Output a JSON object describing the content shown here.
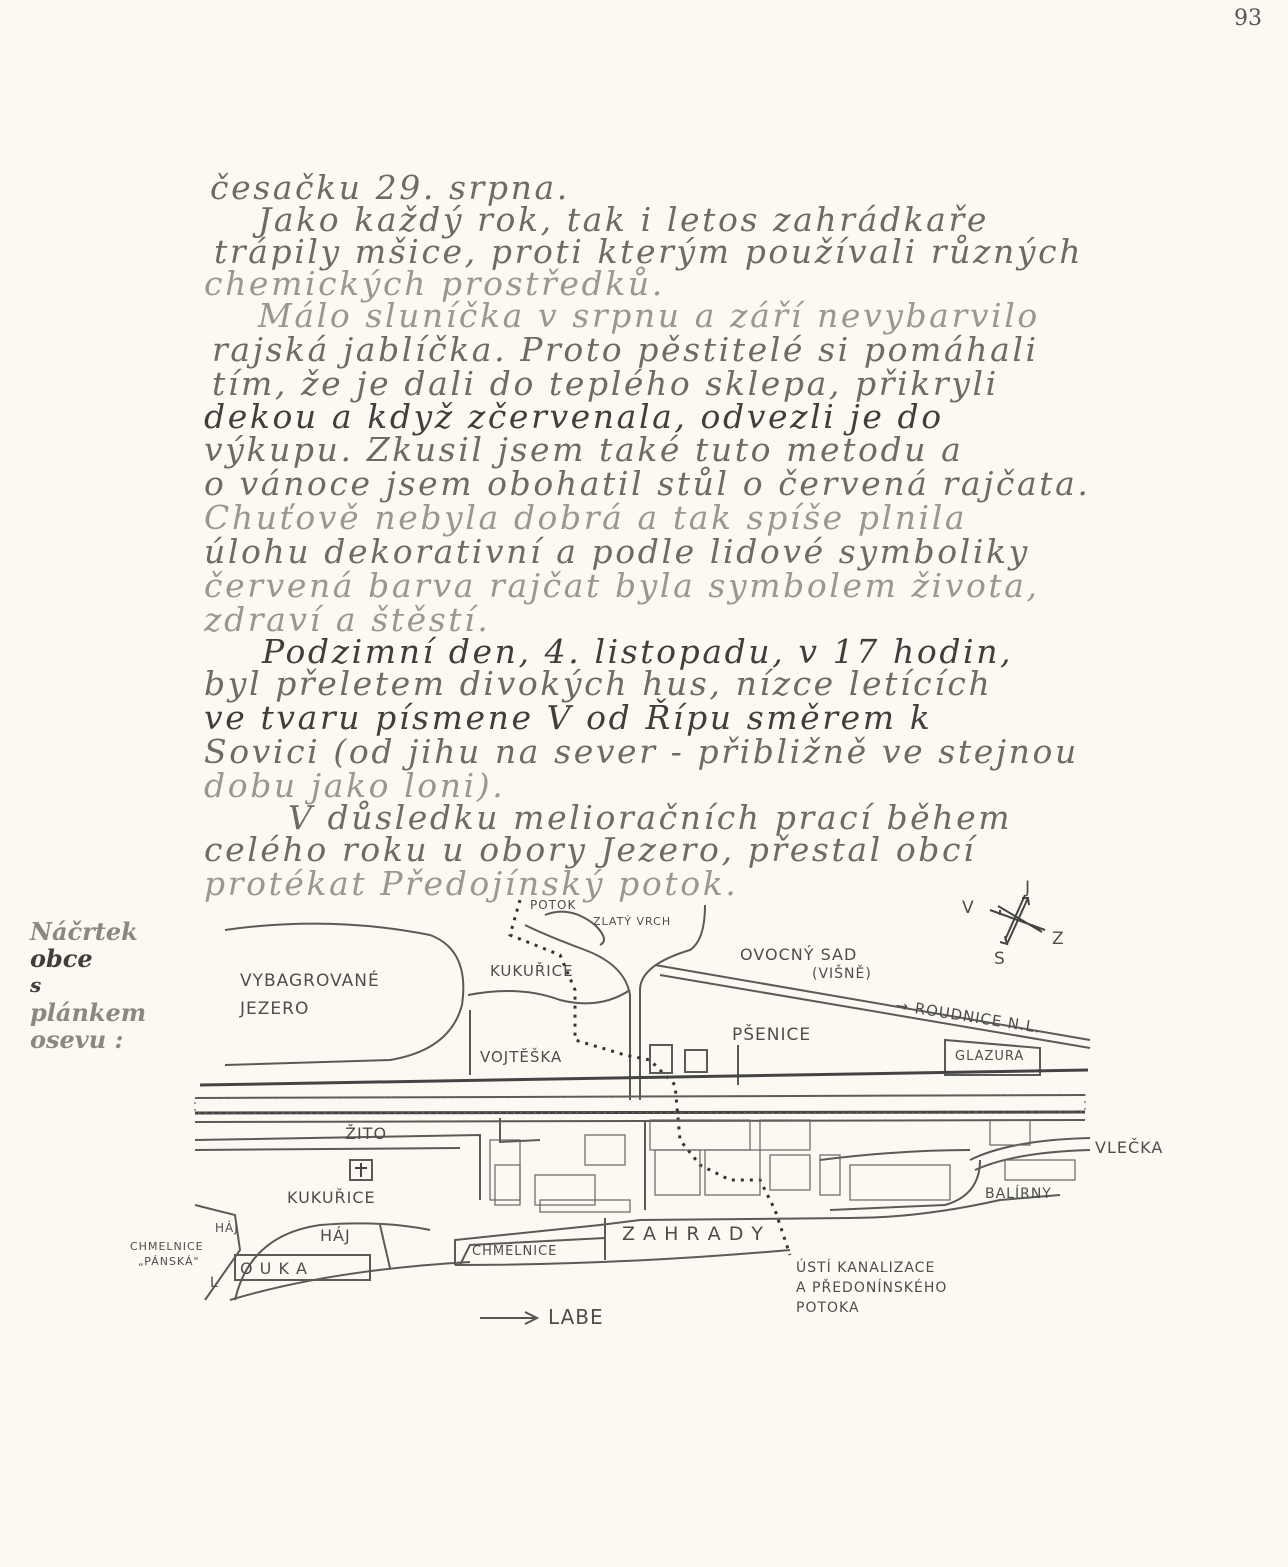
{
  "page_number": "93",
  "text_lines": [
    "česačku 29. srpna.",
    "Jako každý rok, tak i letos zahrádkaře",
    "trápily mšice, proti kterým používali různých",
    "chemických prostředků.",
    "Málo sluníčka v srpnu a září nevybarvilo",
    "rajská jablíčka. Proto pěstitelé si pomáhali",
    "tím, že je dali do teplého sklepa, přikryli",
    "dekou a když zčervenala, odvezli je do",
    "výkupu. Zkusil jsem také tuto metodu a",
    "o vánoce jsem obohatil stůl o červená rajčata.",
    "Chuťově nebyla dobrá a tak spíše plnila",
    "úlohu dekorativní a podle lidové symboliky",
    "červená barva rajčat byla symbolem života,",
    "zdraví a štěstí.",
    "Podzimní den, 4. listopadu, v 17 hodin,",
    "byl přeletem divokých hus, nízce letících",
    "ve tvaru písmene V od Řípu směrem k",
    "Sovici (od jihu na sever - přibližně ve stejnou",
    "dobu jako loni).",
    "V důsledku melioračních prací během",
    "celého roku u obory Jezero, přestal obcí",
    "protékat Předojínský potok."
  ],
  "sketch_label": [
    "Náčrtek",
    "obce",
    "s",
    "plánkem",
    "osevu :"
  ],
  "map": {
    "compass": {
      "north": "J",
      "west": "V",
      "east": "Z",
      "south": "S"
    },
    "labels": {
      "potok": "POTOK",
      "zlaty_vrch": "ZLATÝ VRCH",
      "kukurice_north": "KUKUŘICE",
      "ovocny_sad": "OVOCNÝ SAD",
      "visne": "(VIŠNĚ)",
      "vybagrovane": "VYBAGROVANÉ",
      "jezero": "JEZERO",
      "roudnice": "→ ROUDNICE N.L.",
      "psenice": "PŠENICE",
      "vojteska": "VOJTĚŠKA",
      "glazura": "GLAZURA",
      "zito": "ŽITO",
      "vlecka": "VLEČKA",
      "kukurice_south": "KUKUŘICE",
      "balirny": "BALÍRNY",
      "haj_small": "HÁJ",
      "haj": "HÁJ",
      "chmelnice_panska_1": "CHMELNICE",
      "chmelnice_panska_2": "„PÁNSKÁ\"",
      "chmelnice": "CHMELNICE",
      "zahrady": "Z A H R A D Y",
      "louka_l": "L",
      "louka": "O U K A",
      "usti_1": "ÚSTÍ KANALIZACE",
      "usti_2": "A PŘEDONÍNSKÉHO",
      "usti_3": "POTOKA",
      "labe": "→ LABE"
    }
  }
}
